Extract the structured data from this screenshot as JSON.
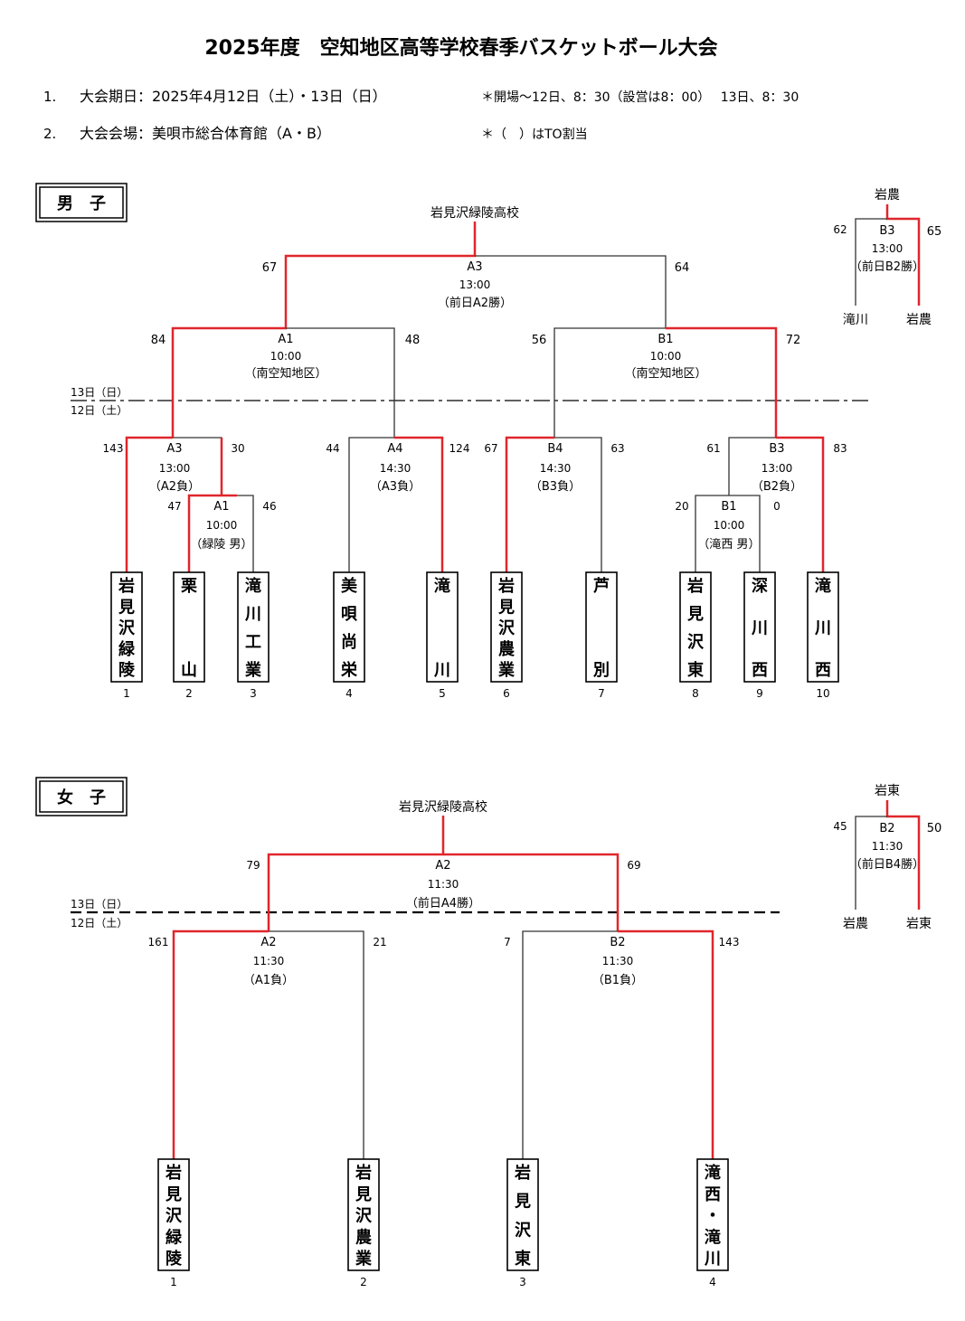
{
  "title": "2025年度　空知地区高等学校春季バスケットボール大会",
  "info": [
    {
      "num": "1.",
      "text": "大会期日：2025年4月12日（土）・13日（日）"
    },
    {
      "num": "2.",
      "text": "大会会場：美唄市総合体育館（A・B）"
    }
  ],
  "notes": [
    "＊開場～12日、8：30（設営は8：00）　 13日、8：30",
    "＊（　）はTO割当"
  ],
  "day_labels": {
    "day2": "13日（日）",
    "day1": "12日（土）"
  },
  "men": {
    "section_label": "男　子",
    "champion": "岩見沢緑陵高校",
    "teams": [
      {
        "no": "1",
        "name": "岩見沢緑陵"
      },
      {
        "no": "2",
        "name": "栗山"
      },
      {
        "no": "3",
        "name": "滝川工業"
      },
      {
        "no": "4",
        "name": "美唄尚栄"
      },
      {
        "no": "5",
        "name": "滝川"
      },
      {
        "no": "6",
        "name": "岩見沢農業"
      },
      {
        "no": "7",
        "name": "芦別"
      },
      {
        "no": "8",
        "name": "岩見沢東"
      },
      {
        "no": "9",
        "name": "深川西"
      },
      {
        "no": "10",
        "name": "滝川西"
      }
    ],
    "games": {
      "final": {
        "court": "A3",
        "time": "13:00",
        "to": "（前日A2勝）",
        "left": "67",
        "right": "64"
      },
      "semi_left": {
        "court": "A1",
        "time": "10:00",
        "to": "（南空知地区）",
        "left": "84",
        "right": "48"
      },
      "semi_right": {
        "court": "B1",
        "time": "10:00",
        "to": "（南空知地区）",
        "left": "56",
        "right": "72"
      },
      "q_a3": {
        "court": "A3",
        "time": "13:00",
        "to": "（A2負）",
        "left": "143",
        "right": "30"
      },
      "r1_a1": {
        "court": "A1",
        "time": "10:00",
        "to": "（緑陵 男）",
        "left": "47",
        "right": "46"
      },
      "q_a4": {
        "court": "A4",
        "time": "14:30",
        "to": "（A3負）",
        "left": "44",
        "right": "124"
      },
      "q_b4": {
        "court": "B4",
        "time": "14:30",
        "to": "（B3負）",
        "left": "67",
        "right": "63"
      },
      "q_b3": {
        "court": "B3",
        "time": "13:00",
        "to": "（B2負）",
        "left": "61",
        "right": "83"
      },
      "r1_b1": {
        "court": "B1",
        "time": "10:00",
        "to": "（滝西 男）",
        "left": "20",
        "right": "0"
      }
    },
    "third_place": {
      "winner": "岩農",
      "court": "B3",
      "time": "13:00",
      "to": "（前日B2勝）",
      "left_score": "62",
      "right_score": "65",
      "left_team": "滝川",
      "right_team": "岩農"
    }
  },
  "women": {
    "section_label": "女　子",
    "champion": "岩見沢緑陵高校",
    "teams": [
      {
        "no": "1",
        "name": "岩見沢緑陵"
      },
      {
        "no": "2",
        "name": "岩見沢農業"
      },
      {
        "no": "3",
        "name": "岩見沢東"
      },
      {
        "no": "4",
        "name": "滝西・滝川"
      }
    ],
    "games": {
      "final": {
        "court": "A2",
        "time": "11:30",
        "to": "（前日A4勝）",
        "left": "79",
        "right": "69"
      },
      "semi_left": {
        "court": "A2",
        "time": "11:30",
        "to": "（A1負）",
        "left": "161",
        "right": "21"
      },
      "semi_right": {
        "court": "B2",
        "time": "11:30",
        "to": "（B1負）",
        "left": "7",
        "right": "143"
      }
    },
    "third_place": {
      "winner": "岩東",
      "court": "B2",
      "time": "11:30",
      "to": "（前日B4勝）",
      "left_score": "45",
      "right_score": "50",
      "left_team": "岩農",
      "right_team": "岩東"
    }
  },
  "colors": {
    "win": "#e0262b",
    "line": "#333333",
    "text": "#000000"
  }
}
